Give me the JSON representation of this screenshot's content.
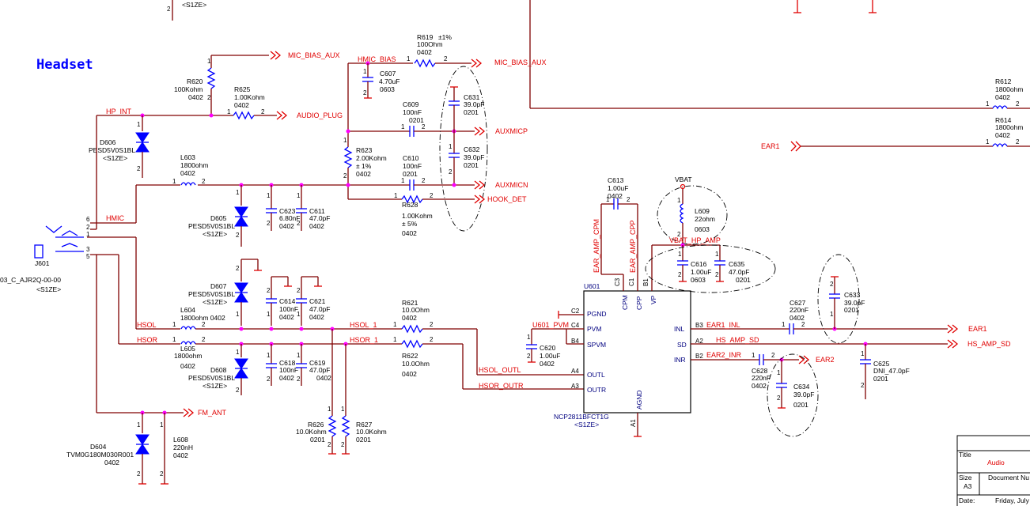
{
  "title": "Headset",
  "nets": {
    "mic_bias_aux_left": "MIC_BIAS_AUX",
    "hmic_bias": "HMIC_BIAS",
    "mic_bias_aux_right": "MIC_BIAS_AUX",
    "hp_int": "HP_INT",
    "audio_plug": "AUDIO_PLUG",
    "auxmicp": "AUXMICP",
    "auxmicn": "AUXMICN",
    "hook_det": "HOOK_DET",
    "hmic": "HMIC",
    "hsol": "HSOL",
    "hsor": "HSOR",
    "hsol_1": "HSOL_1",
    "hsor_1": "HSOR_1",
    "hsol_outl": "HSOL_OUTL",
    "hsor_outr": "HSOR_OUTR",
    "fm_ant": "FM_ANT",
    "u601_pvm": "U601_PVM",
    "ear_amp_cpm": "EAR_AMP_CPM",
    "ear_amp_cpp": "EAR_AMP_CPP",
    "vbat": "VBAT",
    "vbat_hp_amp": "VBAT_HP_AMP",
    "ear1_inl": "EAR1_INL",
    "hs_amp_sd": "HS_AMP_SD",
    "ear2_inr": "EAR2_INR",
    "ear1": "EAR1",
    "hs_amp_sd_out": "HS_AMP_SD",
    "ear2": "EAR2",
    "ear1_right": "EAR1"
  },
  "components": {
    "r620": [
      "R620",
      "100Kohm",
      "0402"
    ],
    "r625": [
      "R625",
      "1.00Kohm",
      "0402"
    ],
    "r619": [
      "R619",
      "±1%",
      "100Ohm",
      "0402"
    ],
    "c607": [
      "C607",
      "4.70uF",
      "0603"
    ],
    "c609": [
      "C609",
      "100nF",
      "0201"
    ],
    "c631": [
      "C631",
      "39.0pF",
      "0201"
    ],
    "c632": [
      "C632",
      "39.0pF",
      "0201"
    ],
    "r623": [
      "R623",
      "2.00Kohm",
      "± 1%",
      "0402"
    ],
    "c610": [
      "C610",
      "100nF",
      "0201"
    ],
    "r628": [
      "R628",
      "1.00Kohm",
      "± 5%",
      "0402"
    ],
    "d606": [
      "D606",
      "PESD5V0S1BL",
      "<S1ZE>"
    ],
    "l603": [
      "L603",
      "1800ohm",
      "0402"
    ],
    "c623": [
      "C623",
      "6.80nF",
      "0402"
    ],
    "c611": [
      "C611",
      "47.0pF",
      "0402"
    ],
    "d605": [
      "D605",
      "PESD5V0S1BL",
      "<S1ZE>"
    ],
    "d607": [
      "D607",
      "PESD5V0S1BL",
      "<S1ZE>"
    ],
    "c614": [
      "C614",
      "100nF",
      "0402"
    ],
    "c621": [
      "C621",
      "47.0pF",
      "0402"
    ],
    "l604": [
      "L604",
      "1800ohm 0402"
    ],
    "r621": [
      "R621",
      "10.0Ohm",
      "0402"
    ],
    "l605": [
      "L605",
      "1800ohm",
      "0402"
    ],
    "c618": [
      "C618",
      "100nF",
      "0402"
    ],
    "c619": [
      "C619",
      "47.0pF",
      "0402"
    ],
    "r622": [
      "R622",
      "10.0Ohm",
      "0402"
    ],
    "d608": [
      "D608",
      "PESD5V0S1BL",
      "<S1ZE>"
    ],
    "r626": [
      "R626",
      "10.0Kohm",
      "0201"
    ],
    "r627": [
      "R627",
      "10.0Kohm",
      "0201"
    ],
    "d604": [
      "D604",
      "TVM0G180M030R001",
      "0402"
    ],
    "l608": [
      "L608",
      "220nH",
      "0402"
    ],
    "j601": [
      "J601",
      "03_C_AJR2Q-00-00",
      "<S1ZE>"
    ],
    "c613": [
      "C613",
      "1.00uF",
      "0402"
    ],
    "l609": [
      "L609",
      "22ohm",
      "0603"
    ],
    "c616": [
      "C616",
      "1.00uF",
      "0603"
    ],
    "c635": [
      "C635",
      "47.0pF",
      "0201"
    ],
    "c620": [
      "C620",
      "1.00uF",
      "0402"
    ],
    "c627": [
      "C627",
      "220nF",
      "0402"
    ],
    "c633": [
      "C633",
      "39.0pF",
      "0201"
    ],
    "c625": [
      "C625",
      "DNI_47.0pF",
      "0201"
    ],
    "c628": [
      "C628",
      "220nF",
      "0402"
    ],
    "c634": [
      "C634",
      "39.0pF",
      "0201"
    ],
    "r612": [
      "R612",
      "1800ohm",
      "0402"
    ],
    "r614": [
      "R614",
      "1800ohm",
      "0402"
    ]
  },
  "u601": {
    "ref": "U601",
    "part": "NCP2811BFCT1G",
    "size": "<S1ZE>",
    "pins": {
      "pgnd": "PGND",
      "pvm": "PVM",
      "spvm": "SPVM",
      "outl": "OUTL",
      "outr": "OUTR",
      "cpm": "CPM",
      "cpp": "CPP",
      "vp": "VP",
      "inl": "INL",
      "sd": "SD",
      "inr": "INR",
      "agnd": "AGND"
    },
    "pin_numbers": {
      "c2": "C2",
      "c4": "C4",
      "b4": "B4",
      "a4": "A4",
      "a3": "A3",
      "c3": "C3",
      "c1": "C1",
      "b1": "B1",
      "b3": "B3",
      "a2": "A2",
      "b2": "B2",
      "a1": "A1"
    }
  },
  "pin_labels": {
    "one": "1",
    "two": "2",
    "three": "3",
    "four": "4",
    "five": "5",
    "six": "6"
  },
  "top_fragment": "<S1ZE>",
  "title_block": {
    "title_label": "Title",
    "title_value": "Audio",
    "size_label": "Size",
    "size_value": "A3",
    "doc_label": "Document Nu",
    "date_label": "Date:",
    "date_value": "Friday, July"
  }
}
